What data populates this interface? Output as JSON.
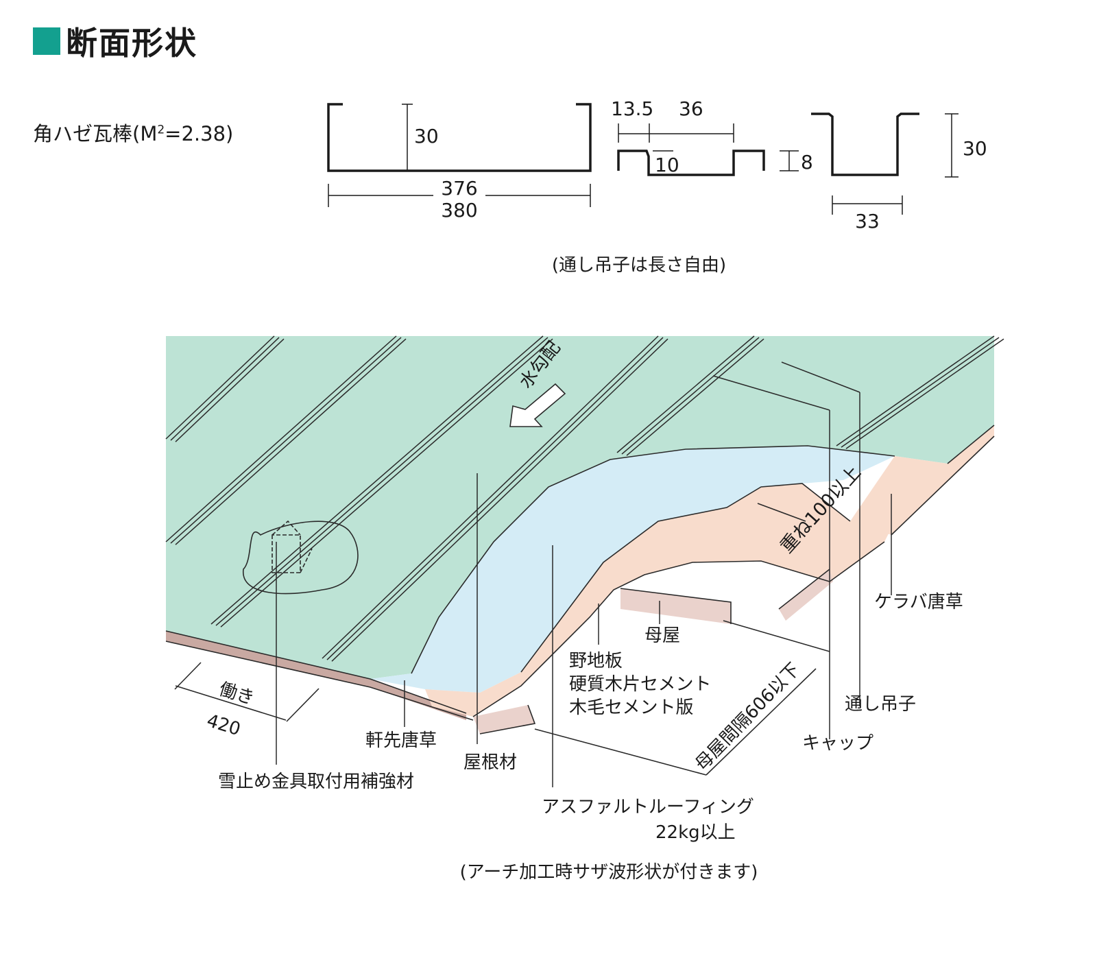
{
  "heading": {
    "title": "断面形状",
    "accent_color": "#13a08f"
  },
  "product": {
    "name": "角ハゼ瓦棒(M",
    "exp": "2",
    "rest": "=2.38)"
  },
  "profile": {
    "height": "30",
    "inner_width": "376",
    "outer_width": "380",
    "seam_a": "13.5",
    "seam_b": "36",
    "seam_c": "10",
    "seam_h": "8",
    "cap_h": "30",
    "cap_w": "33",
    "note": "(通し吊子は長さ自由)"
  },
  "roof": {
    "colors": {
      "sheet": "#bde3d5",
      "felt": "#d4ecf6",
      "board": "#f8dccc",
      "purlin": "#ead2cc",
      "edge": "#c9a9a2"
    },
    "slope": "水勾配",
    "overlap": "重ね100以上",
    "labels": {
      "verge": "ケラバ唐草",
      "purlin": "母屋",
      "board1": "野地板",
      "board2": "硬質木片セメント",
      "board3": "木毛セメント版",
      "clip": "通し吊子",
      "cap": "キャップ",
      "spacing": "母屋間隔606以下",
      "width_label": "働き",
      "width_value": "420",
      "eave": "軒先唐草",
      "roofing": "屋根材",
      "snow": "雪止め金具取付用補強材",
      "asphalt1": "アスファルトルーフィング",
      "asphalt2": "22kg以上"
    },
    "note": "(アーチ加工時サザ波形状が付きます)"
  }
}
